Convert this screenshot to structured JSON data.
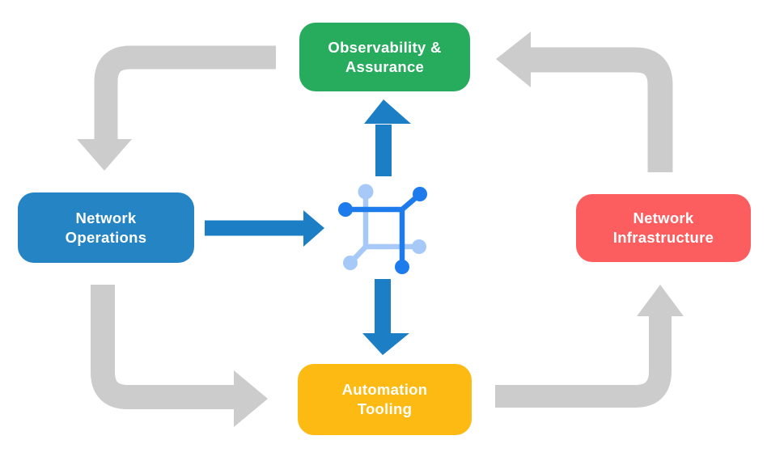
{
  "colors": {
    "background": "#ffffff",
    "node-green": "#27ac5d",
    "node-blue": "#2484c4",
    "node-red": "#fc5d5e",
    "node-yellow": "#fcba12",
    "node-text": "#ffffff",
    "arrow-gray": "#cccccc",
    "arrow-blue": "#1c7fc6",
    "icon-dark-blue": "#1d7bec",
    "icon-light-blue": "#a6c9f8"
  },
  "nodes": {
    "observability": {
      "label": "Observability &\nAssurance"
    },
    "operations": {
      "label": "Network\nOperations"
    },
    "infrastructure": {
      "label": "Network\nInfrastructure"
    },
    "automation": {
      "label": "Automation\nTooling"
    }
  },
  "hub": {
    "icon": "network-nodes-icon"
  },
  "arrows": {
    "gray_cycle": [
      "observability-to-operations",
      "operations-to-automation",
      "automation-to-infrastructure",
      "infrastructure-to-observability"
    ],
    "blue_flows": [
      "operations-to-hub",
      "hub-to-observability",
      "hub-to-automation"
    ]
  }
}
